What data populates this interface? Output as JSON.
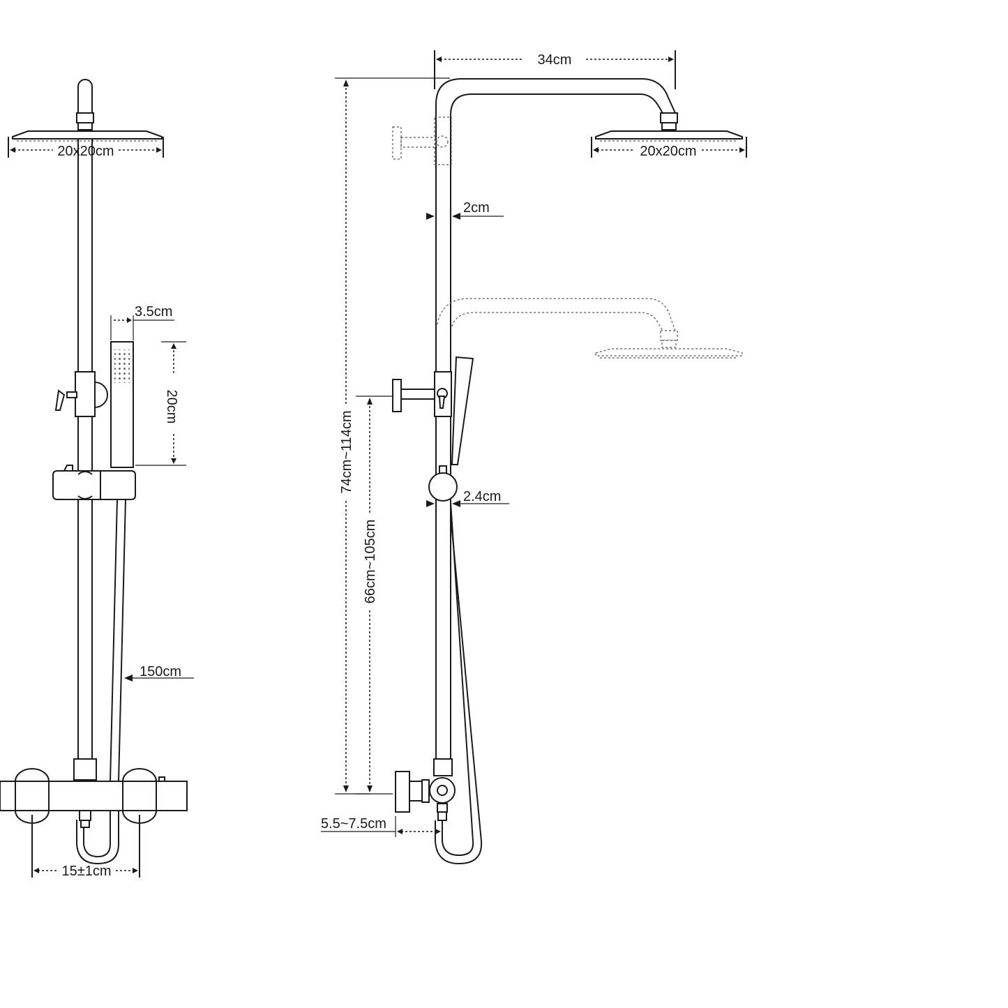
{
  "front_view": {
    "head_size": "20x20cm",
    "handshower_width": "3.5cm",
    "handshower_length": "20cm",
    "hose_length": "150cm",
    "inlet_spacing": "15±1cm"
  },
  "side_view": {
    "arm_reach": "34cm",
    "head_size": "20x20cm",
    "pipe_diameter": "2cm",
    "slider_pipe_diameter": "2.4cm",
    "total_height": "74cm~114cm",
    "upper_section_height": "66cm~105cm",
    "wall_offset": "5.5~7.5cm"
  }
}
